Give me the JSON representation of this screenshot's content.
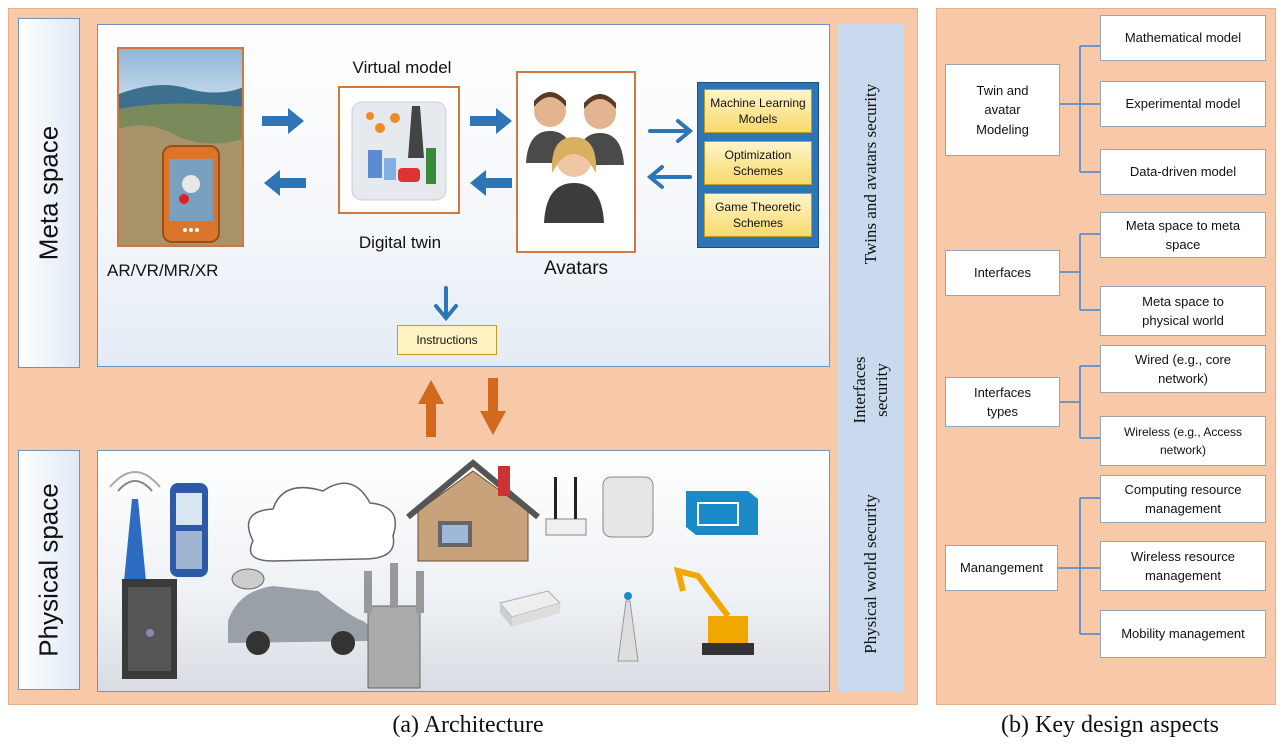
{
  "architecture": {
    "caption": "(a) Architecture",
    "meta_space": {
      "label": "Meta space",
      "virtual_model_label": "Virtual model",
      "digital_twin_label": "Digital twin",
      "xr_label": "AR/VR/MR/XR",
      "avatars_label": "Avatars",
      "instructions_label": "Instructions",
      "tools": [
        "Machine Learning Models",
        "Optimization Schemes",
        "Game Theoretic Schemes"
      ]
    },
    "physical_space": {
      "label": "Physical space"
    },
    "security": {
      "twins": "Twins and avatars security",
      "interfaces": "Interfaces security",
      "physical": "Physical world security"
    },
    "colors": {
      "panel": "#f8c9a8",
      "arrow_blue": "#2e75b6",
      "arrow_orange": "#d2691e",
      "box_border": "#d2783a"
    }
  },
  "design_aspects": {
    "caption": "(b) Key design aspects",
    "groups": [
      {
        "name": "Twin and avatar Modeling",
        "items": [
          "Mathematical model",
          "Experimental model",
          "Data-driven model"
        ]
      },
      {
        "name": "Interfaces",
        "items": [
          "Meta space to meta space",
          "Meta space to physical world"
        ]
      },
      {
        "name": "Interfaces types",
        "items": [
          "Wired (e.g., core network)",
          "Wireless (e.g., Access network)"
        ]
      },
      {
        "name": "Manangement",
        "items": [
          "Computing resource management",
          "Wireless resource management",
          "Mobility management"
        ]
      }
    ]
  }
}
